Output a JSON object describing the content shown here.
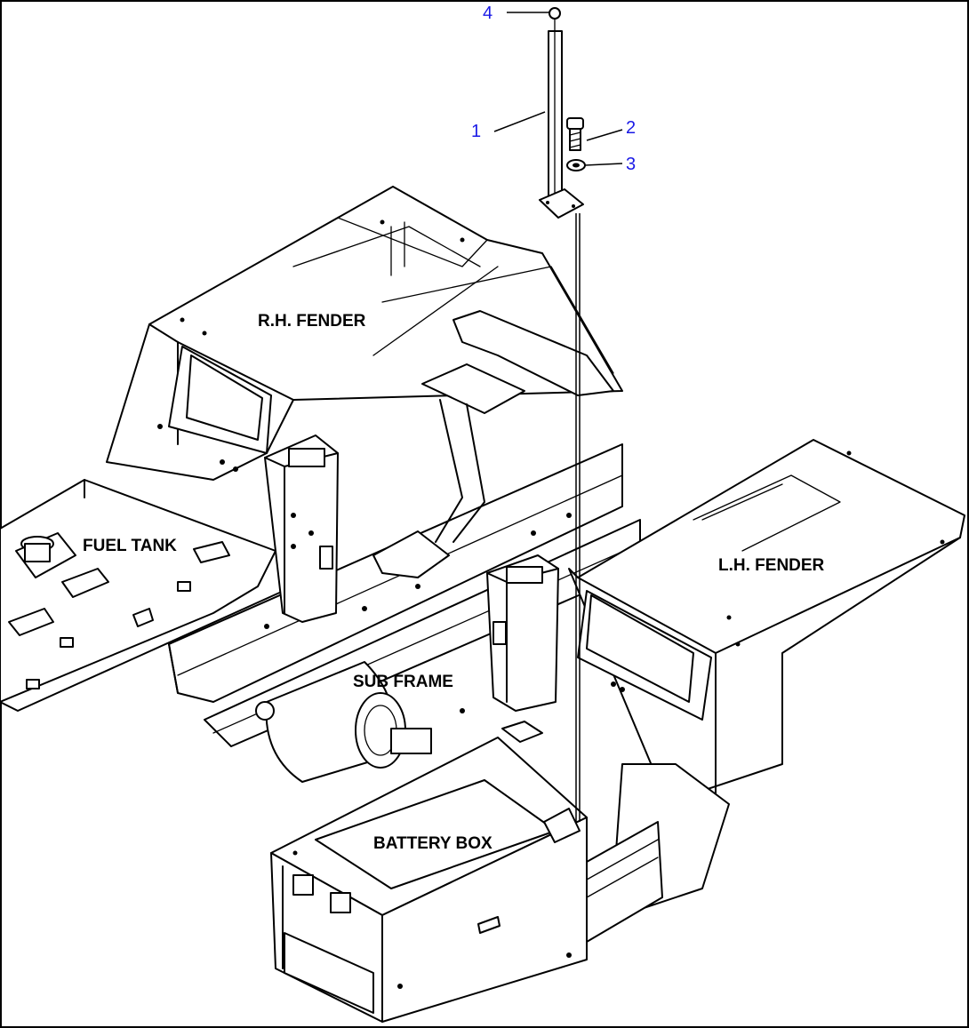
{
  "labels": {
    "rh_fender": "R.H. FENDER",
    "fuel_tank": "FUEL TANK",
    "lh_fender": "L.H. FENDER",
    "sub_frame": "SUB FRAME",
    "battery_box": "BATTERY BOX"
  },
  "callouts": {
    "c1": "1",
    "c2": "2",
    "c3": "3",
    "c4": "4"
  },
  "colors": {
    "line": "#000000",
    "callout_number": "#1a1ae6",
    "background": "#ffffff"
  }
}
